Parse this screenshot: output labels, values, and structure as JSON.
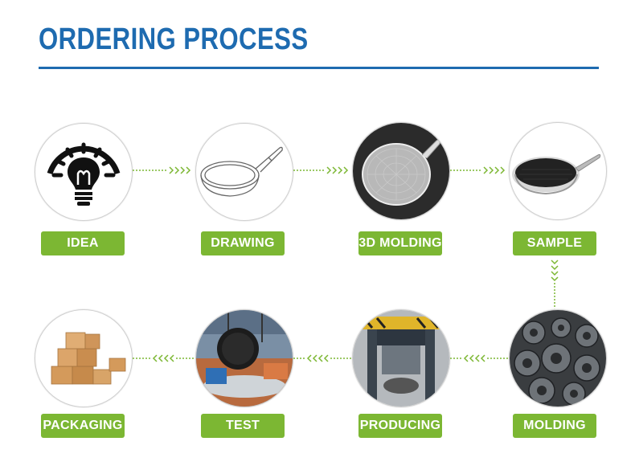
{
  "header": {
    "title": "ORDERING PROCESS"
  },
  "steps": [
    {
      "label": "IDEA",
      "icon": "lightbulb-icon"
    },
    {
      "label": "DRAWING",
      "icon": "pan-sketch-icon"
    },
    {
      "label": "3D MOLDING",
      "icon": "pan-3d-model-icon"
    },
    {
      "label": "SAMPLE",
      "icon": "frying-pan-icon"
    },
    {
      "label": "MOLDING",
      "icon": "molds-photo"
    },
    {
      "label": "PRODUCING",
      "icon": "press-machine-photo"
    },
    {
      "label": "TEST",
      "icon": "pan-test-photo"
    },
    {
      "label": "PACKAGING",
      "icon": "cardboard-boxes-photo"
    }
  ],
  "colors": {
    "title": "#1e6bb0",
    "label_bg": "#7cb733",
    "arrow": "#7cb733"
  }
}
